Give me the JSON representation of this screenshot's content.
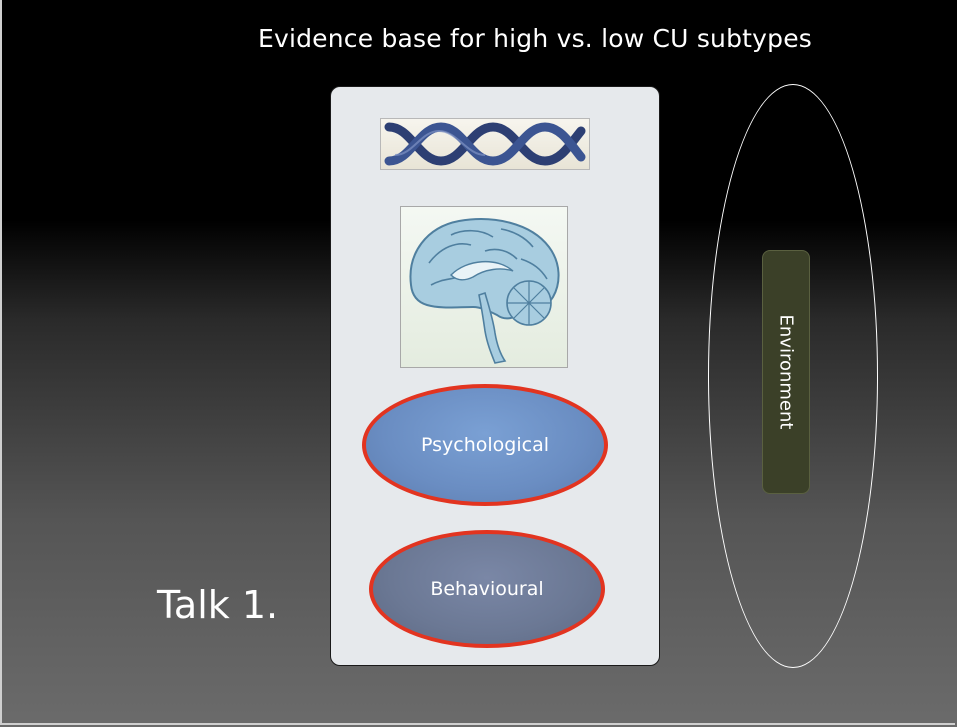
{
  "slide": {
    "title": "Evidence base for high vs. low CU subtypes",
    "talk_label": "Talk 1."
  },
  "panel": {
    "psychological_label": "Psychological",
    "behavioural_label": "Behavioural"
  },
  "environment": {
    "label": "Environment"
  },
  "colors": {
    "panel_bg": "#e6e9ec",
    "oval_border": "#e23420",
    "psych_fill": "#6a8dc2",
    "behav_fill": "#6b7894",
    "env_bar": "#3b4028",
    "dna_strand": "#2d3f73",
    "brain": "#a8cde0"
  },
  "icons": [
    "dna-icon",
    "brain-icon"
  ]
}
